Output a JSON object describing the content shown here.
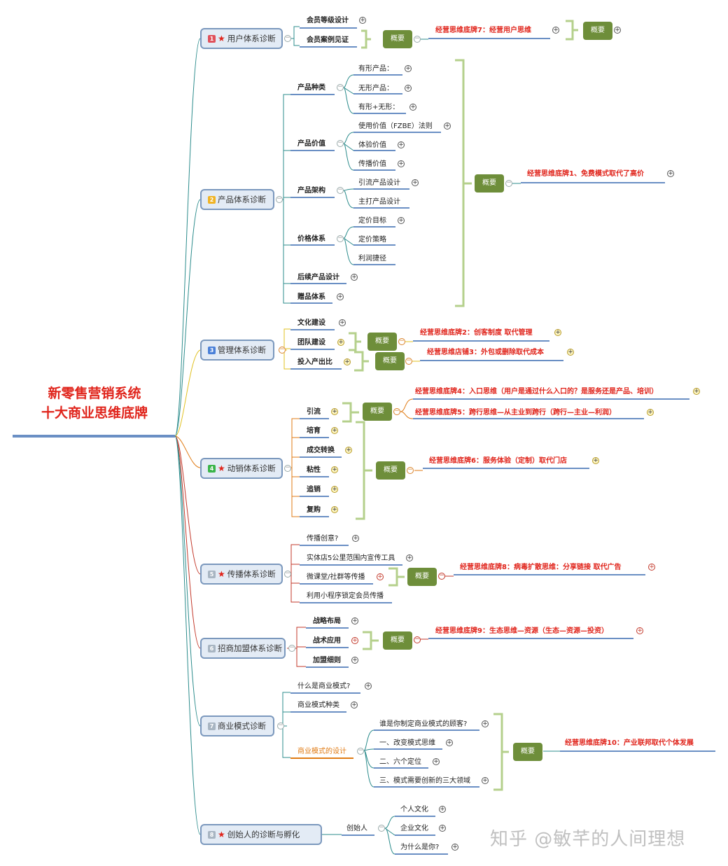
{
  "title": [
    "新零售营销系统",
    "十大商业思维底牌"
  ],
  "summary_label": "概要",
  "branches": [
    {
      "num": "1",
      "star": true,
      "label": "用户体系诊断",
      "num_color": "#e0505a"
    },
    {
      "num": "2",
      "star": false,
      "label": "产品体系诊断",
      "num_color": "#f0b323"
    },
    {
      "num": "3",
      "star": false,
      "label": "管理体系诊断",
      "num_color": "#4a80d8"
    },
    {
      "num": "4",
      "star": true,
      "label": "动销体系诊断",
      "num_color": "#3bb54a"
    },
    {
      "num": "5",
      "star": true,
      "label": "传播体系诊断",
      "num_color": "#a8b5c2"
    },
    {
      "num": "6",
      "star": false,
      "label": "招商加盟体系诊断",
      "num_color": "#a8b5c2"
    },
    {
      "num": "7",
      "star": false,
      "label": "商业模式诊断",
      "num_color": "#a8b5c2"
    },
    {
      "num": "8",
      "star": true,
      "label": "创始人的诊断与孵化",
      "num_color": "#a8b5c2"
    }
  ],
  "b1": {
    "children": [
      "会员等级设计",
      "会员案例见证"
    ],
    "brand": "经营思维底牌7：经营用户思维"
  },
  "b2": {
    "cats": [
      "产品种类",
      "产品价值",
      "产品架构",
      "价格体系",
      "后续产品设计",
      "赠品体系"
    ],
    "kinds": [
      "有形产品：",
      "无形产品：",
      "有形+无形："
    ],
    "values": [
      "使用价值（FZBE）法则",
      "体验价值",
      "传播价值"
    ],
    "arch": [
      "引流产品设计",
      "主打产品设计"
    ],
    "price": [
      "定价目标",
      "定价策略",
      "利润捷径"
    ],
    "brand": "经营思维底牌1、免费模式取代了高价"
  },
  "b3": {
    "children": [
      "文化建设",
      "团队建设",
      "投入产出比"
    ],
    "brand1": "经营思维底牌2：创客制度 取代管理",
    "brand2": "经营思维店铺3：外包或删除取代成本"
  },
  "b4": {
    "children": [
      "引流",
      "培育",
      "成交转换",
      "粘性",
      "追销",
      "复购"
    ],
    "brand1": "经营思维底牌4：入口思维（用户是通过什么入口的？是服务还是产品、培训）",
    "brand2": "经营思维底牌5：跨行思维—从主业到跨行（跨行—主业—利润）",
    "brand3": "经营思维底牌6：服务体验（定制）取代门店"
  },
  "b5": {
    "children": [
      "传播创意?",
      "实体店5公里范围内宣传工具",
      "微课堂/社群等传播",
      "利用小程序锁定会员传播"
    ],
    "brand": "经营思维底牌8：病毒扩散思维：分享链接 取代广告"
  },
  "b6": {
    "children": [
      "战略布局",
      "战术应用",
      "加盟细则"
    ],
    "brand": "经营思维底牌9：生态思维—资源（生态—资源—投资）"
  },
  "b7": {
    "children": [
      "什么是商业模式?",
      "商业模式种类",
      "商业模式的设计"
    ],
    "design": [
      "谁是你制定商业模式的顾客?",
      "一、改变模式思维",
      "二、六个定位",
      "三、模式需要创新的三大领域"
    ],
    "brand": "经营思维底牌10：产业联邦取代个体发展"
  },
  "b8": {
    "child": "创始人",
    "sub": [
      "个人文化",
      "企业文化",
      "为什么是你?"
    ]
  },
  "watermark": "知乎 @敏芊的人间理想"
}
